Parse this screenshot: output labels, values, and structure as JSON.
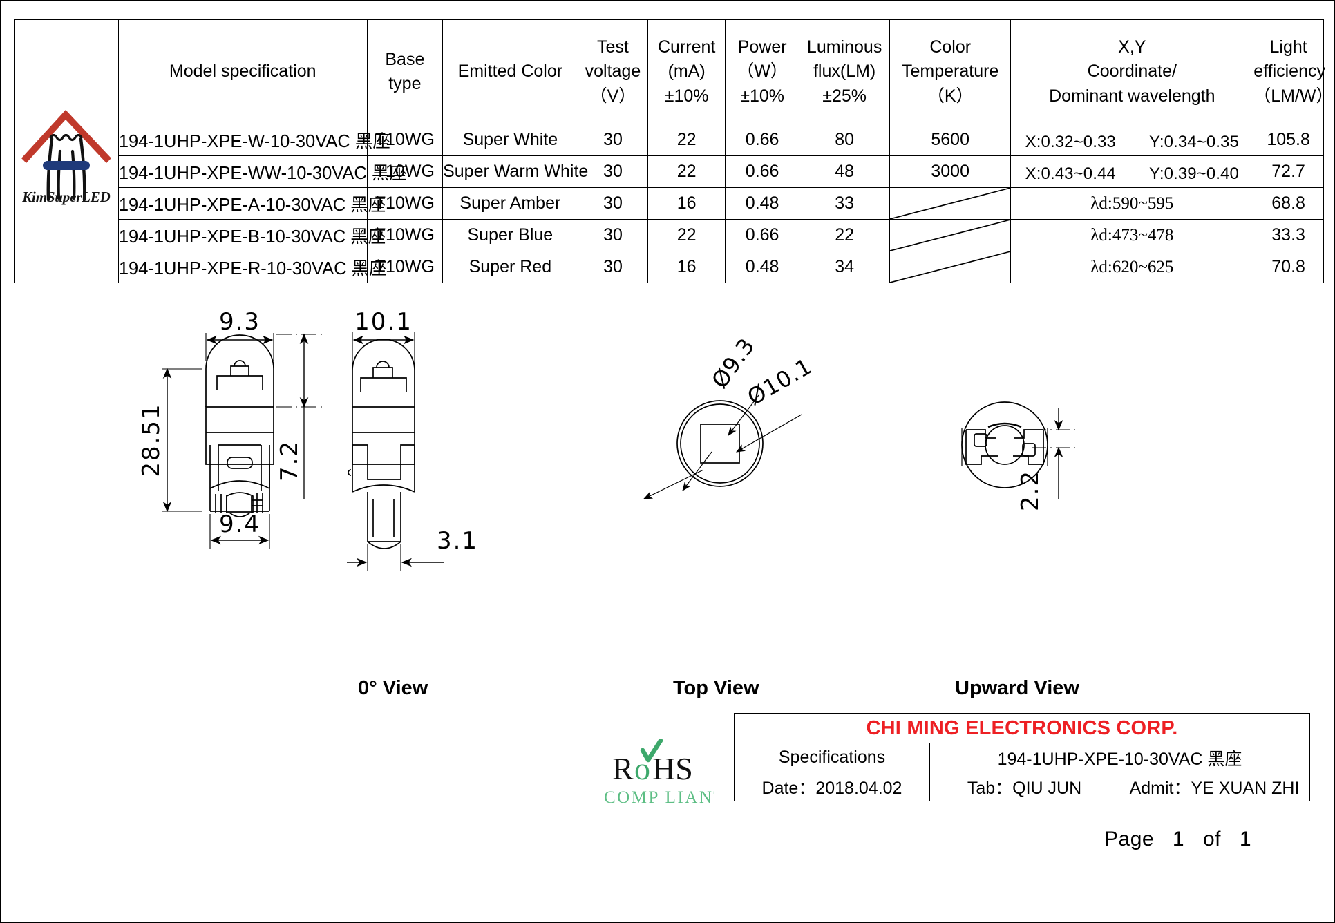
{
  "logo": {
    "brand": "KimSuperLED",
    "roof_color": "#C0392B",
    "bar_color": "#1F3A7A"
  },
  "spec_table": {
    "headers": {
      "model": "Model specification",
      "base": "Base\ntype",
      "color": "Emitted Color",
      "voltage": "Test\nvoltage\n（V）",
      "current": "Current\n(mA)\n±10%",
      "power": "Power\n（W）\n±10%",
      "flux": "Luminous\nflux(LM)\n±25%",
      "cct": "Color\nTemperature\n（K）",
      "xy": "X,Y\nCoordinate/\nDominant wavelength",
      "efficiency": "Light\nefficiency\n（LM/W）"
    },
    "rows": [
      {
        "model": "194-1UHP-XPE-W-10-30VAC 黑座",
        "base": "T10WG",
        "color": "Super White",
        "voltage": "30",
        "current": "22",
        "power": "0.66",
        "flux": "80",
        "cct": "5600",
        "cct_struck": false,
        "xy": "X:0.32~0.33　　Y:0.34~0.35",
        "xy_is_wavelength": false,
        "efficiency": "105.8"
      },
      {
        "model": "194-1UHP-XPE-WW-10-30VAC 黑座",
        "base": "T10WG",
        "color": "Super Warm White",
        "voltage": "30",
        "current": "22",
        "power": "0.66",
        "flux": "48",
        "cct": "3000",
        "cct_struck": false,
        "xy": "X:0.43~0.44　　Y:0.39~0.40",
        "xy_is_wavelength": false,
        "efficiency": "72.7"
      },
      {
        "model": "194-1UHP-XPE-A-10-30VAC 黑座",
        "base": "T10WG",
        "color": "Super Amber",
        "voltage": "30",
        "current": "16",
        "power": "0.48",
        "flux": "33",
        "cct": "",
        "cct_struck": true,
        "xy": "λd:590~595",
        "xy_is_wavelength": true,
        "efficiency": "68.8"
      },
      {
        "model": "194-1UHP-XPE-B-10-30VAC 黑座",
        "base": "T10WG",
        "color": "Super Blue",
        "voltage": "30",
        "current": "22",
        "power": "0.66",
        "flux": "22",
        "cct": "",
        "cct_struck": true,
        "xy": "λd:473~478",
        "xy_is_wavelength": true,
        "efficiency": "33.3"
      },
      {
        "model": "194-1UHP-XPE-R-10-30VAC 黑座",
        "base": "T10WG",
        "color": "Super Red",
        "voltage": "30",
        "current": "16",
        "power": "0.48",
        "flux": "34",
        "cct": "",
        "cct_struck": true,
        "xy": "λd:620~625",
        "xy_is_wavelength": true,
        "efficiency": "70.8"
      }
    ]
  },
  "drawing": {
    "views": {
      "front": "0° View",
      "top": "Top View",
      "upward": "Upward View"
    },
    "dimensions": {
      "front_width_top": "9.3",
      "front_height": "28.51",
      "front_width_bottom": "9.4",
      "side_width_top": "10.1",
      "side_height_partial": "7.2",
      "side_width_bottom": "3.1",
      "top_dia_inner": "Ø9.3",
      "top_dia_outer": "Ø10.1",
      "upward_gap": "2.2"
    }
  },
  "rohs": {
    "main": "RoHS",
    "sub": "COMP LIANT",
    "green": "#3DA86B"
  },
  "title_block": {
    "company": "CHI MING ELECTRONICS CORP.",
    "company_color": "#ED2024",
    "spec_label": "Specifications",
    "spec_value": "194-1UHP-XPE-10-30VAC 黑座",
    "date": "Date：2018.04.02",
    "tab": "Tab：QIU JUN",
    "admit": "Admit：YE XUAN ZHI"
  },
  "footer": {
    "page_word": "Page",
    "page_num": "1",
    "of_word": "of",
    "total": "1"
  }
}
